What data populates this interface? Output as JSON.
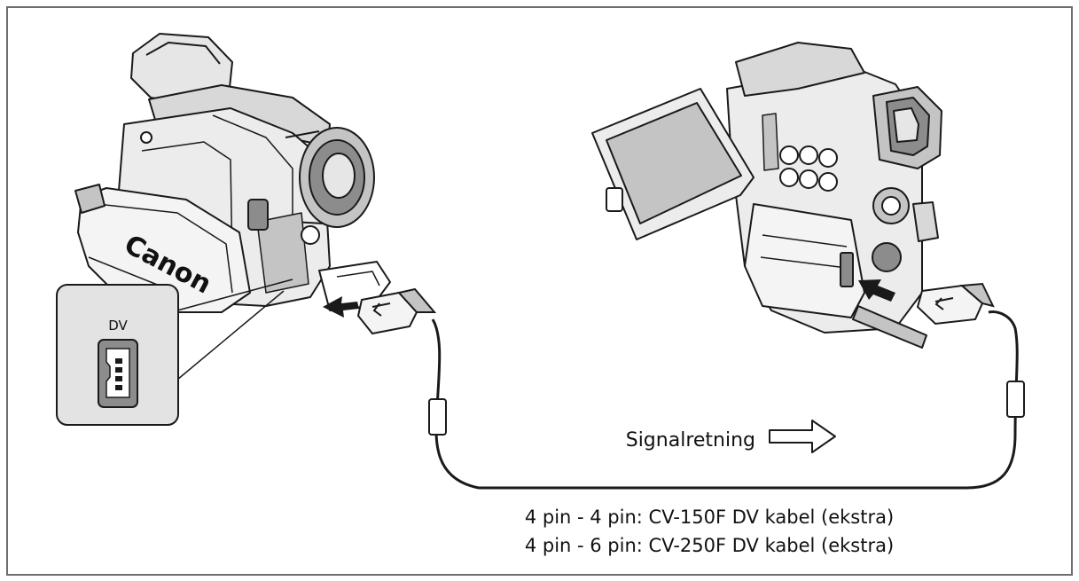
{
  "brand": {
    "logo_text": "Canon"
  },
  "dv_port": {
    "label": "DV"
  },
  "signal": {
    "label": "Signalretning"
  },
  "cables": {
    "line1": "4 pin - 4 pin: CV-150F DV kabel (ekstra)",
    "line2": "4 pin - 6 pin: CV-250F DV kabel (ekstra)"
  },
  "colors": {
    "line": "#1a1a1a",
    "shade_light": "#e6e6e6",
    "shade_mid": "#c4c4c4",
    "shade_dark": "#8c8c8c",
    "border": "#6e6e6e"
  }
}
